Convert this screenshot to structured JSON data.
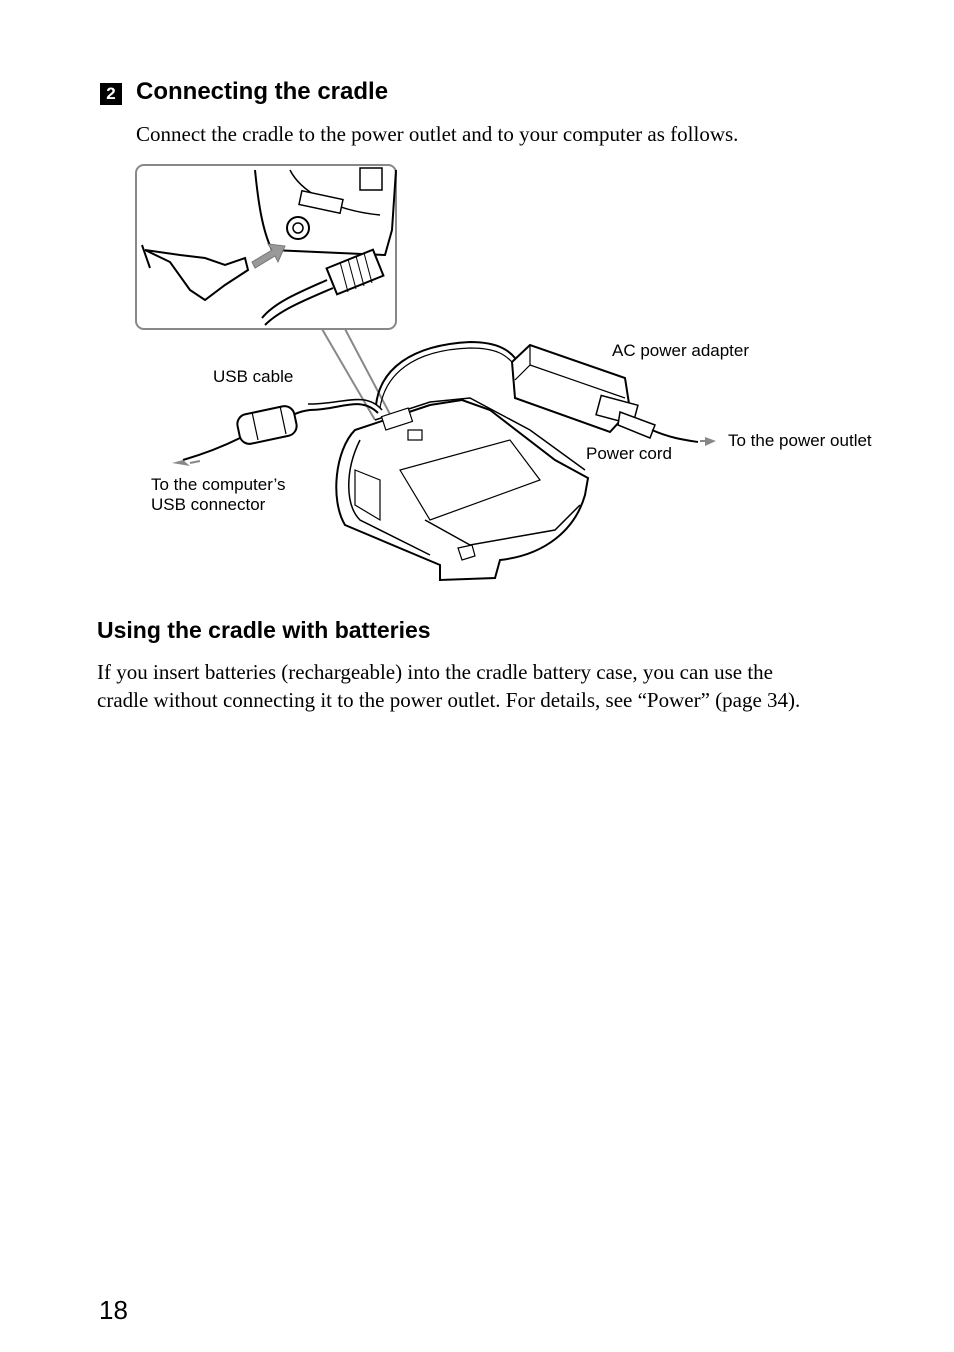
{
  "section": {
    "step_number": "2",
    "title": "Connecting the cradle",
    "intro": "Connect the cradle to the power outlet and to your computer as follows."
  },
  "figure": {
    "labels": {
      "ac_power_adapter": "AC power adapter",
      "usb_cable": "USB cable",
      "to_power_outlet": "To the power outlet",
      "power_cord": "Power cord",
      "to_computer_line1": "To the computer’s",
      "to_computer_line2": "USB connector"
    }
  },
  "subsection": {
    "title": "Using the cradle with batteries",
    "body_line1": "If you insert batteries (rechargeable) into the cradle battery case, you can use the",
    "body_line2": "cradle without connecting it to the power outlet. For details, see “Power” (page 34)."
  },
  "page_number": "18"
}
